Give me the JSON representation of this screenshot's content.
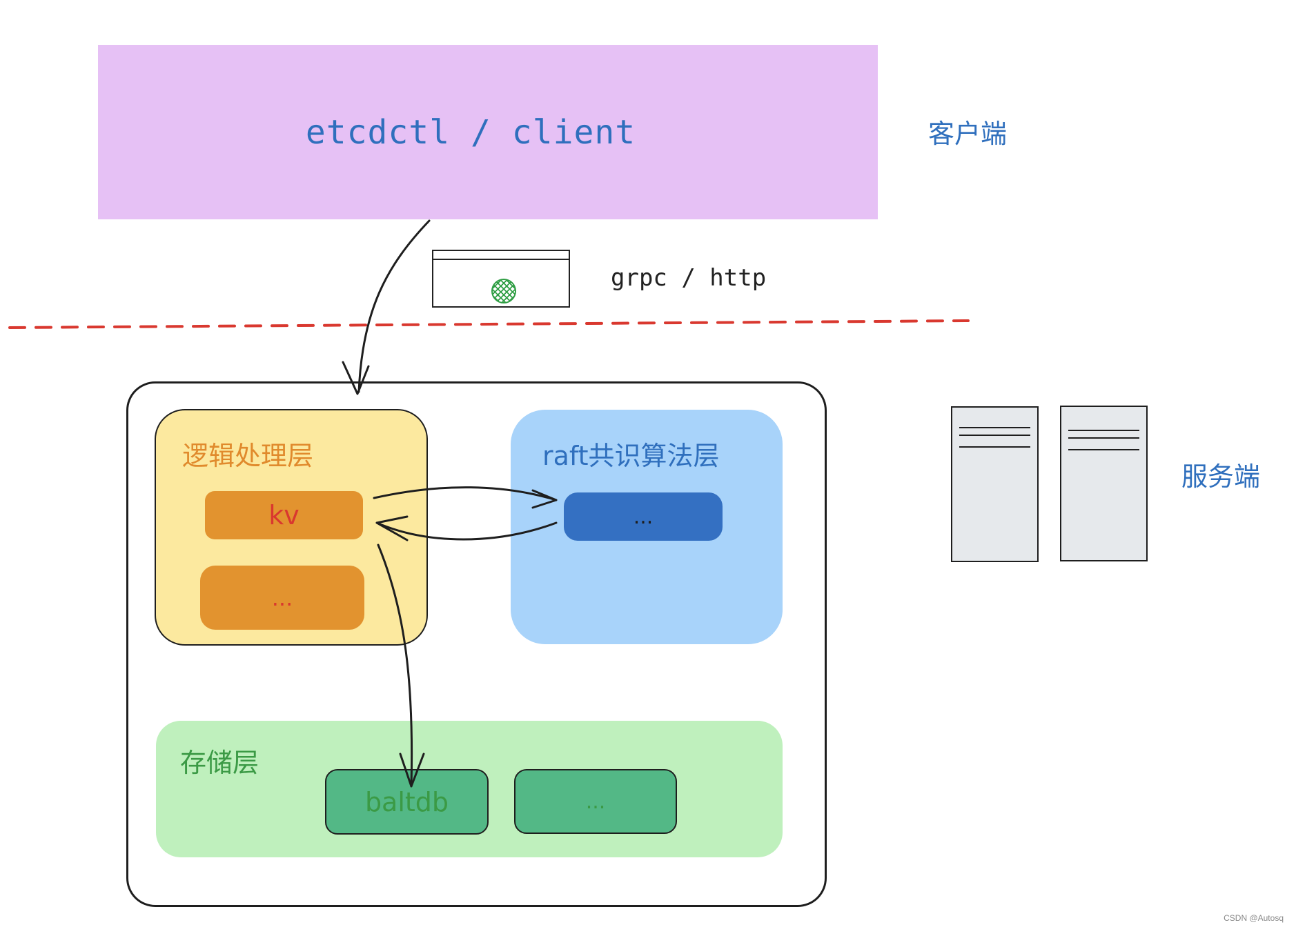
{
  "client": {
    "label": "etcdctl / client",
    "side_label": "客户端"
  },
  "protocol": {
    "label": "grpc / http"
  },
  "server": {
    "side_label": "服务端"
  },
  "logic_layer": {
    "title": "逻辑处理层",
    "kv_label": "kv",
    "more_label": "..."
  },
  "raft_layer": {
    "title": "raft共识算法层",
    "more_label": "..."
  },
  "storage_layer": {
    "title": "存储层",
    "baltdb_label": "baltdb",
    "more_label": "..."
  },
  "watermark": "CSDN @Autosq",
  "icons": [
    "browser-window-icon",
    "globe-icon",
    "server-rack-icon"
  ],
  "colors": {
    "client_fill": "#e6c1f5",
    "logic_fill": "#fce99f",
    "raft_fill": "#a8d3fa",
    "storage_fill": "#bff0bd",
    "kv_fill": "#e2932f",
    "raft_item_fill": "#3470c2",
    "storage_item_fill": "#53b886",
    "divider": "#d9382f",
    "label_blue": "#2f6fbd"
  }
}
